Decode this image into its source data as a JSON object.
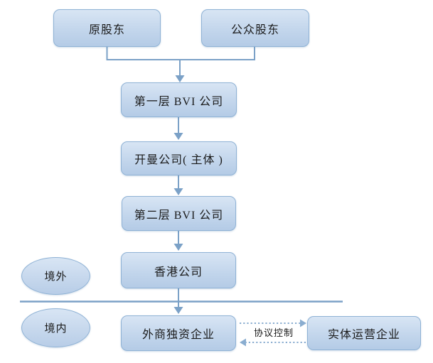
{
  "diagram": {
    "nodes": [
      {
        "id": "original-shareholders",
        "label": "原股东"
      },
      {
        "id": "public-shareholders",
        "label": "公众股东"
      },
      {
        "id": "bvi-layer-1",
        "label": "第一层 BVI 公司"
      },
      {
        "id": "cayman-company",
        "label": "开曼公司( 主体 )"
      },
      {
        "id": "bvi-layer-2",
        "label": "第二层 BVI 公司"
      },
      {
        "id": "hongkong-company",
        "label": "香港公司"
      },
      {
        "id": "wfoe",
        "label": "外商独资企业"
      },
      {
        "id": "operating-entity",
        "label": "实体运营企业"
      }
    ],
    "regions": [
      {
        "id": "offshore",
        "label": "境外"
      },
      {
        "id": "onshore",
        "label": "境内"
      }
    ],
    "edges": {
      "vie_label": "协议控制"
    },
    "colors": {
      "box_fill_top": "#d8e5f4",
      "box_fill_bottom": "#b4cbe6",
      "box_border": "#8fb2d5",
      "connector": "#7ba1c7",
      "dotted_connector": "#8aadd0",
      "text": "#1a1a1a"
    }
  }
}
